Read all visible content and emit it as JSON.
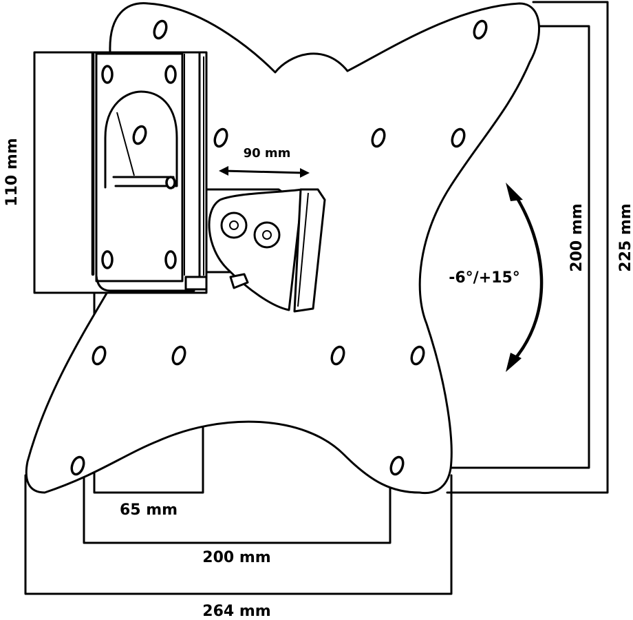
{
  "figure": {
    "subject": "TV wall mount bracket dimension drawing",
    "colors": {
      "line": "#000000",
      "background": "#ffffff"
    }
  },
  "dimensions": {
    "bracket_height": "110 mm",
    "arm_extension": "90 mm",
    "tilt_range": "-6°/+15°",
    "vesa_vertical": "200 mm",
    "plate_height": "225 mm",
    "bracket_width": "65 mm",
    "vesa_horizontal": "200 mm",
    "plate_width": "264 mm"
  }
}
